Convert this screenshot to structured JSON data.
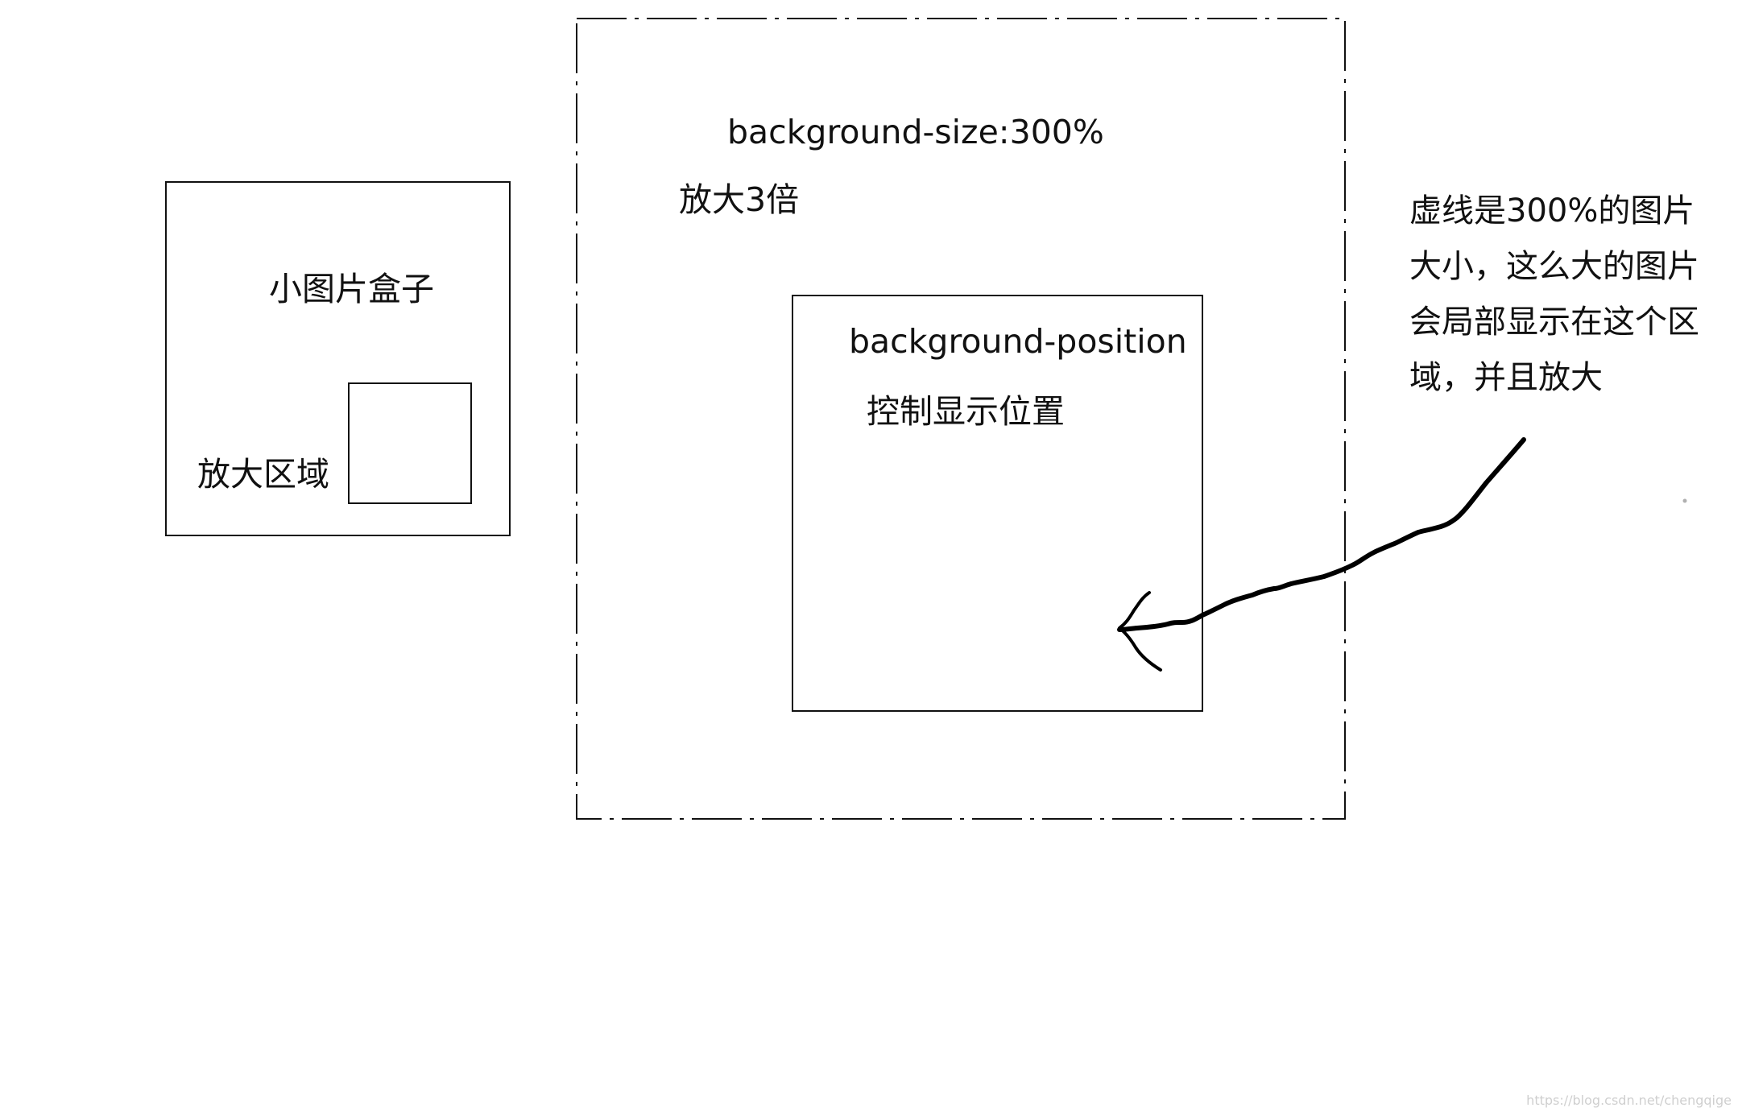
{
  "left_box": {
    "title": "小图片盒子",
    "zoom_area_label": "放大区域"
  },
  "big_box": {
    "size_label": "background-size:300%",
    "scale_label": "放大3倍"
  },
  "inner_box": {
    "position_label": "background-position",
    "control_label": "控制显示位置"
  },
  "note": {
    "lines": [
      "虚线是300%的图片",
      "大小，这么大的图片",
      "会局部显示在这个区",
      "域，并且放大"
    ]
  },
  "watermark": "https://blog.csdn.net/chengqige"
}
